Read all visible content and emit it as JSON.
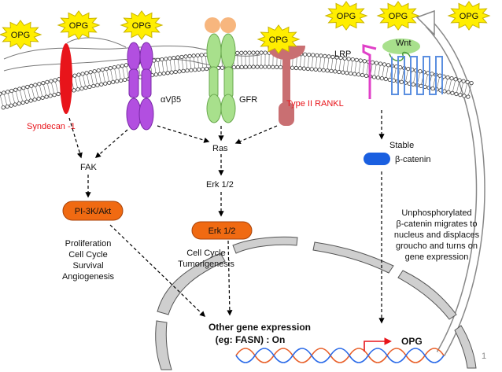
{
  "opg_badges": [
    "OPG",
    "OPG",
    "OPG",
    "OPG",
    "OPG",
    "OPG",
    "OPG"
  ],
  "receptors": {
    "syndecan": "Syndecan -1",
    "integrin": "αVβ5",
    "gfr": "GFR",
    "rankl": "Type II RANKL",
    "lrp": "LRP",
    "wnt": "Wnt"
  },
  "pathway": {
    "fak": "FAK",
    "pi3k": "PI-3K/Akt",
    "ras": "Ras",
    "erk_text": "Erk 1/2",
    "erk_box": "Erk 1/2",
    "stable": "Stable",
    "beta_catenin": "β-catenin"
  },
  "outcomes": {
    "left": [
      "Proliferation",
      "Cell Cycle",
      "Survival",
      "Angiogenesis"
    ],
    "middle": [
      "Cell Cycle",
      "Tumorigenesis"
    ],
    "right": [
      "Unphosphorylated",
      "β-catenin migrates to",
      "nucleus and displaces",
      "groucho and turns on",
      "gene expression"
    ]
  },
  "nucleus": {
    "gene_expression": [
      "Other gene expression",
      "(eg: FASN) : On"
    ],
    "opg_gene": "OPG"
  },
  "page_number": "1",
  "colors": {
    "opg_fill": "#ffee00",
    "syndecan": "#e8141a",
    "integrin": "#b24fe0",
    "gfr": "#a8e08c",
    "gfr_cap": "#f7b67e",
    "rankl": "#c96f72",
    "frizzled": "#5b8fe0",
    "wnt": "#a8e08c",
    "lrp": "#e040c8",
    "orange_box": "#f06a12",
    "catenin": "#1a5fe0",
    "gene_arrow": "#e8141a",
    "nucleus": "#c8c8c8"
  }
}
